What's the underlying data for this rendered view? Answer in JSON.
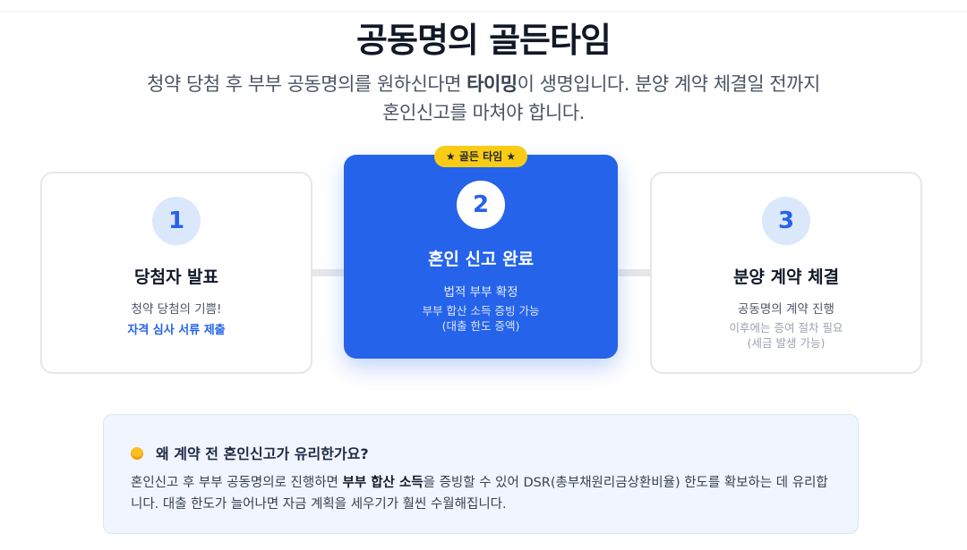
{
  "header": {
    "title": "공동명의 골든타임",
    "subtitle_pre": "청약 당첨 후 부부 공동명의를 원하신다면 ",
    "subtitle_bold": "타이밍",
    "subtitle_post": "이 생명입니다. 분양 계약 체결일 전까지 혼인신고를 마쳐야 합니다."
  },
  "steps": [
    {
      "number": "1",
      "title": "당첨자 발표",
      "line1": "청약 당첨의 기쁨!",
      "line2": "자격 심사 서류 제출"
    },
    {
      "number": "2",
      "badge": "★ 골든 타임 ★",
      "title": "혼인 신고 완료",
      "line1": "법적 부부 확정",
      "line2": "부부 합산 소득 증빙 가능",
      "line3": "(대출 한도 증액)"
    },
    {
      "number": "3",
      "title": "분양 계약 체결",
      "line1": "공동명의 계약 진행",
      "line2": "이후에는 증여 절차 필요",
      "line3": "(세금 발생 가능)"
    }
  ],
  "info": {
    "icon": "lightbulb-icon",
    "heading": "왜 계약 전 혼인신고가 유리한가요?",
    "body_pre": "혼인신고 후 부부 공동명의로 진행하면 ",
    "body_bold": "부부 합산 소득",
    "body_post": "을 증빙할 수 있어 DSR(총부채원리금상환비율) 한도를 확보하는 데 유리합니다. 대출 한도가 늘어나면 자금 계획을 세우기가 훨씬 수월해집니다."
  },
  "colors": {
    "accent": "#2563eb",
    "badge": "#facc15",
    "info_bg": "#f0f5ff"
  }
}
